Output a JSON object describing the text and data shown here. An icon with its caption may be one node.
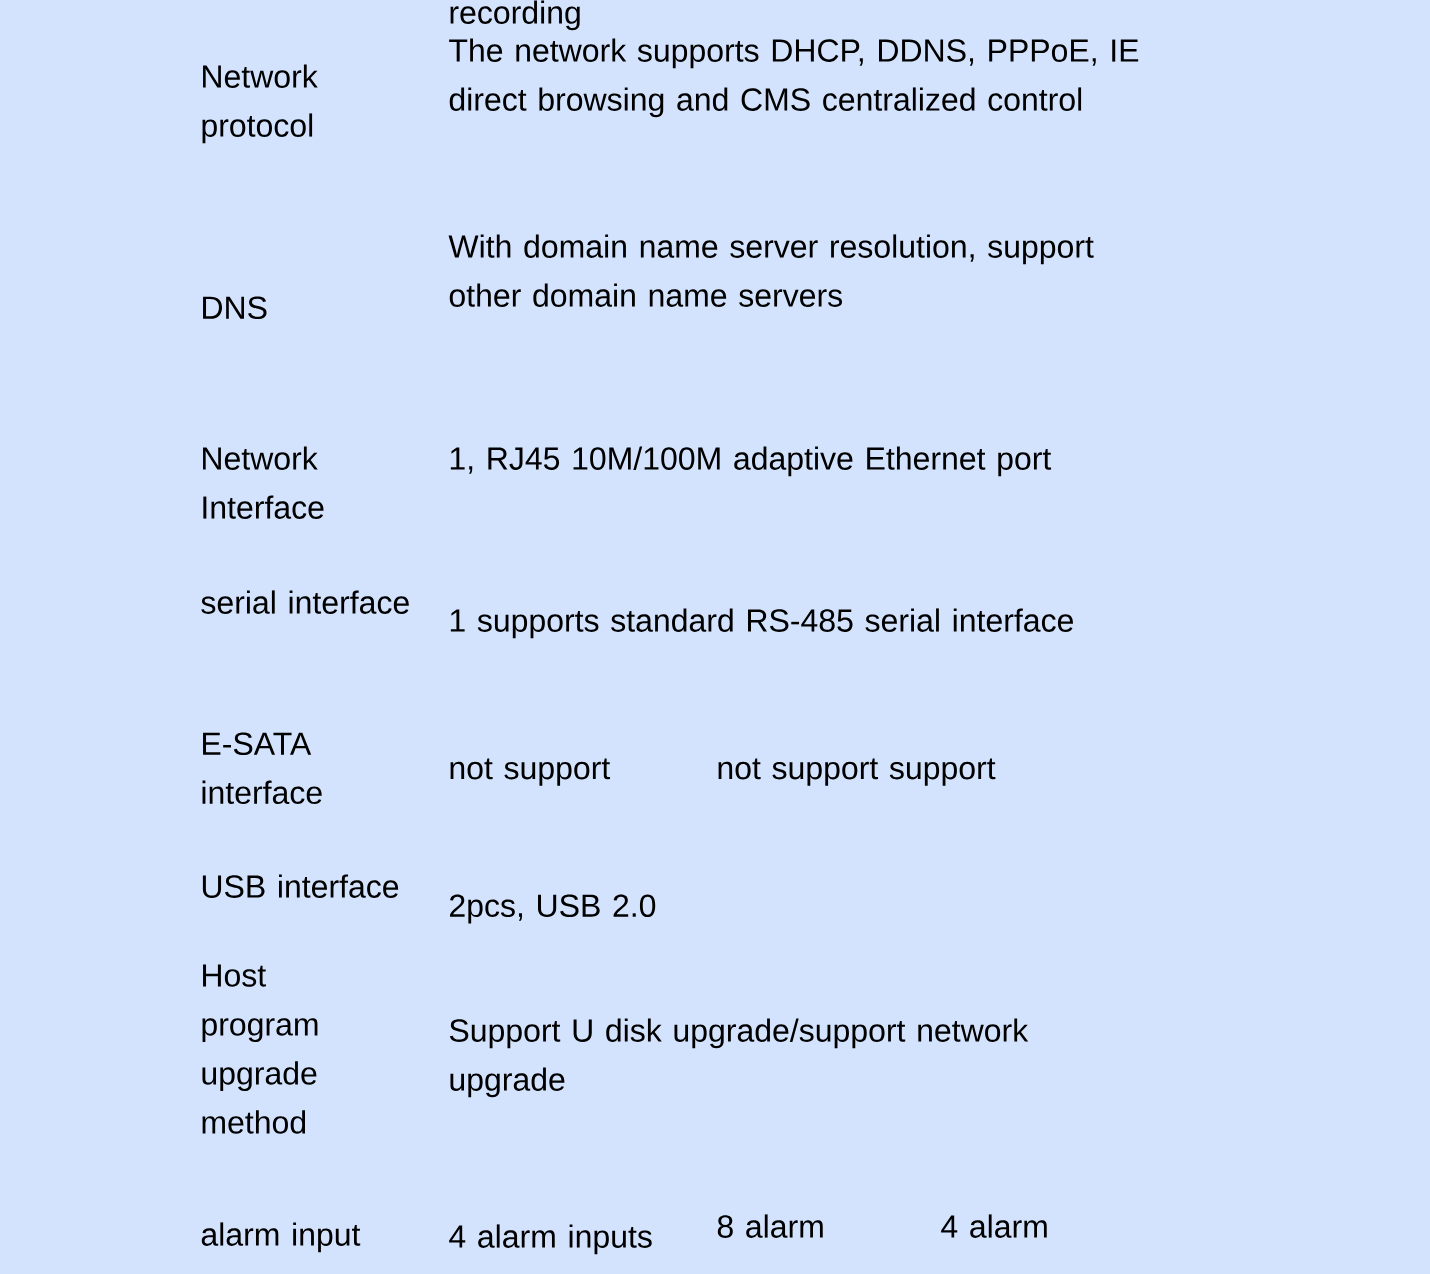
{
  "diagram": {
    "labels": [
      "recording",
      "Network protocol",
      "The network supports DHCP, DDNS, PPPoE, IE direct browsing and CMS centralized control",
      "DNS",
      "With domain name server resolution, support other domain name servers",
      "Network Interface",
      "1, RJ45 10M/100M adaptive Ethernet port",
      "serial interface",
      "1 supports standard RS-485 serial interface",
      "E-SATA interface",
      "not support",
      "not support support",
      "USB interface",
      "2pcs, USB 2.0",
      "Host program upgrade method",
      "Support U disk upgrade/support network upgrade",
      "alarm input",
      "4 alarm inputs",
      "8 alarm",
      "4 alarm"
    ]
  }
}
